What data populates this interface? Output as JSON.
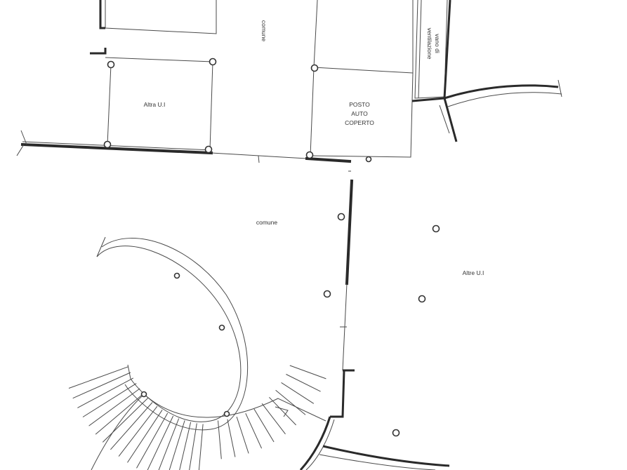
{
  "labels": {
    "comune_top": "comune",
    "comune_mid": "comune",
    "altra_ui_top": "Altra U.I",
    "altra_ui_right": "Altre U.I",
    "posto_line1": "POSTO",
    "posto_line2": "AUTO",
    "posto_line3": "COPERTO",
    "vano_line1": "vano di",
    "vano_line2": "ventilazione"
  }
}
